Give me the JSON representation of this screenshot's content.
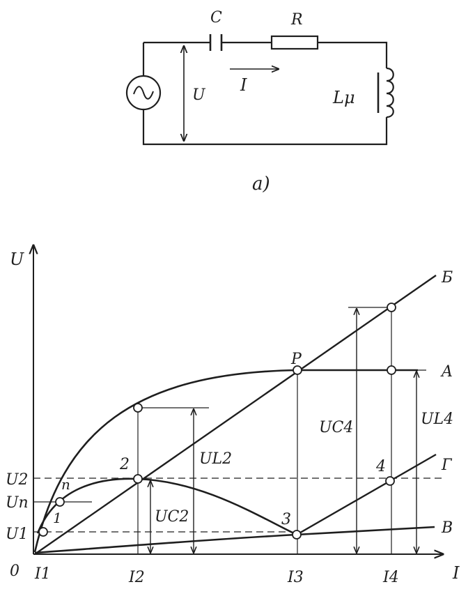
{
  "circuit": {
    "capacitor_label": "C",
    "resistor_label": "R",
    "voltage_label": "U",
    "current_label": "I",
    "inductor_label": "Lμ",
    "caption": "a)"
  },
  "graph": {
    "y_axis_label": "U",
    "x_axis_label": "I",
    "origin_label": "0",
    "curve_labels": {
      "B": "Б",
      "A": "A",
      "G": "Г",
      "V": "B"
    },
    "point_labels": {
      "P": "P",
      "n": "n",
      "p1": "1",
      "p2": "2",
      "p3": "3",
      "p4": "4"
    },
    "y_ticks": {
      "U2": "U2",
      "Un": "Un",
      "U1": "U1"
    },
    "x_ticks": {
      "I1": "I1",
      "I2": "I2",
      "I3": "I3",
      "I4": "I4"
    },
    "dimension_labels": {
      "UL2": "UL2",
      "UC2": "UC2",
      "UC4": "UC4",
      "UL4": "UL4"
    }
  },
  "colors": {
    "ink": "#1e1e1e",
    "background": "#ffffff"
  }
}
